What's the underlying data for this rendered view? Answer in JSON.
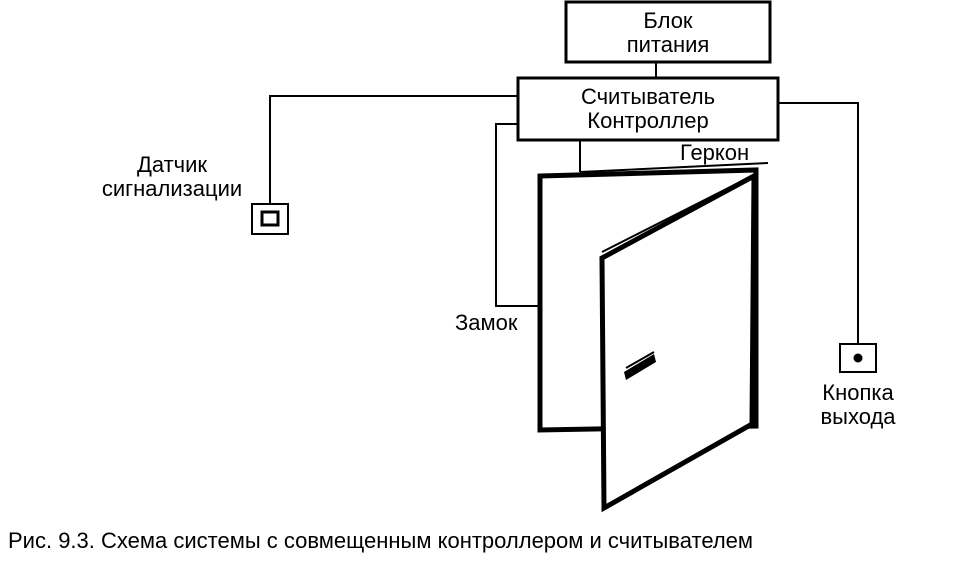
{
  "power_supply": {
    "line1": "Блок",
    "line2": "питания"
  },
  "reader_controller": {
    "line1": "Считыватель",
    "line2": "Контроллер"
  },
  "alarm_sensor": {
    "line1": "Датчик",
    "line2": "сигнализации"
  },
  "reed_switch": {
    "label": "Геркон"
  },
  "lock": {
    "label": "Замок"
  },
  "exit_button": {
    "line1": "Кнопка",
    "line2": "выхода"
  },
  "caption": "Рис. 9.3. Схема системы с совмещенным контроллером и считывателем"
}
